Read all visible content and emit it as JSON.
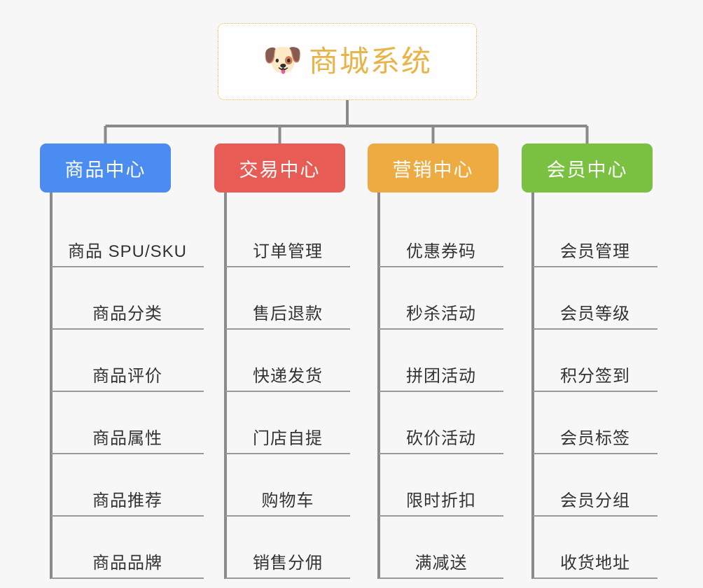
{
  "canvas": {
    "background": "#f7f7f7",
    "connector_color": "#8a8a8a"
  },
  "root": {
    "title": "商城系统",
    "icon": "shiba-dog-face-icon",
    "icon_glyph": "🐶",
    "text_color": "#e9b447",
    "border_color": "#e9b84a",
    "background": "#fefefe"
  },
  "categories": [
    {
      "label": "商品中心",
      "color": "#4a8cf0",
      "items": [
        "商品 SPU/SKU",
        "商品分类",
        "商品评价",
        "商品属性",
        "商品推荐",
        "商品品牌"
      ]
    },
    {
      "label": "交易中心",
      "color": "#e75c54",
      "items": [
        "订单管理",
        "售后退款",
        "快递发货",
        "门店自提",
        "购物车",
        "销售分佣"
      ]
    },
    {
      "label": "营销中心",
      "color": "#edab41",
      "items": [
        "优惠券码",
        "秒杀活动",
        "拼团活动",
        "砍价活动",
        "限时折扣",
        "满减送"
      ]
    },
    {
      "label": "会员中心",
      "color": "#7ac142",
      "items": [
        "会员管理",
        "会员等级",
        "积分签到",
        "会员标签",
        "会员分组",
        "收货地址"
      ]
    }
  ]
}
